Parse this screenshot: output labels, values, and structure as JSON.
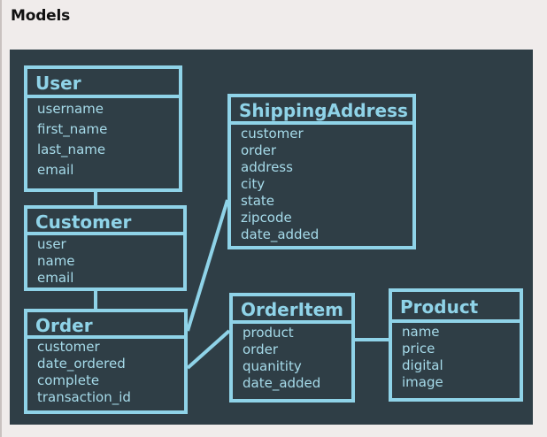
{
  "page": {
    "heading": "Models"
  },
  "colors": {
    "background": "#2f3e46",
    "accent": "#8fd3e8",
    "page": "#f0eceb"
  },
  "diagram": {
    "type": "entity-model",
    "entities": [
      {
        "id": "user",
        "title": "User",
        "fields": [
          "username",
          "first_name",
          "last_name",
          "email"
        ]
      },
      {
        "id": "customer",
        "title": "Customer",
        "fields": [
          "user",
          "name",
          "email"
        ]
      },
      {
        "id": "order",
        "title": "Order",
        "fields": [
          "customer",
          "date_ordered",
          "complete",
          "transaction_id"
        ]
      },
      {
        "id": "shipping-address",
        "title": "ShippingAddress",
        "fields": [
          "customer",
          "order",
          "address",
          "city",
          "state",
          "zipcode",
          "date_added"
        ]
      },
      {
        "id": "order-item",
        "title": "OrderItem",
        "fields": [
          "product",
          "order",
          "quanitity",
          "date_added"
        ]
      },
      {
        "id": "product",
        "title": "Product",
        "fields": [
          "name",
          "price",
          "digital",
          "image"
        ]
      }
    ],
    "relations": [
      {
        "from": "user",
        "to": "customer"
      },
      {
        "from": "customer",
        "to": "order"
      },
      {
        "from": "order",
        "to": "shipping-address"
      },
      {
        "from": "order",
        "to": "order-item"
      },
      {
        "from": "order-item",
        "to": "product"
      }
    ]
  }
}
